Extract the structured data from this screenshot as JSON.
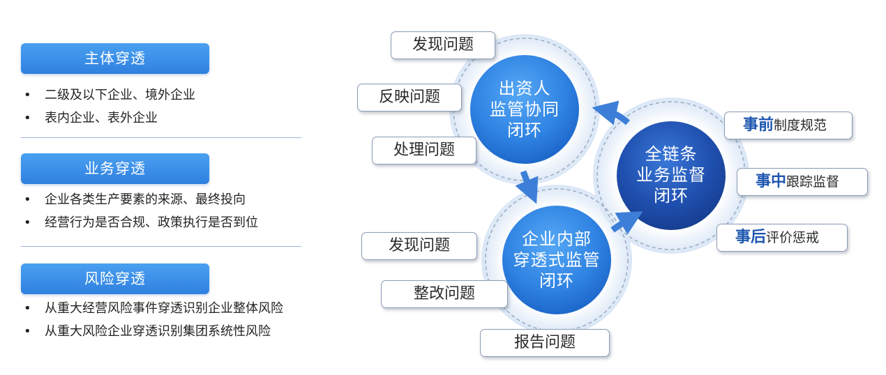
{
  "left": {
    "sections": [
      {
        "title": "主体穿透",
        "bullets": [
          "二级及以下企业、境外企业",
          "表内企业、表外企业"
        ]
      },
      {
        "title": "业务穿透",
        "bullets": [
          "企业各类生产要素的来源、最终投向",
          "经营行为是否合规、政策执行是否到位"
        ]
      },
      {
        "title": "风险穿透",
        "bullets": [
          "从重大经营风险事件穿透识别企业整体风险",
          "从重大风险企业穿透识别集团系统性风险"
        ]
      }
    ],
    "bullet_char": "•"
  },
  "diagram": {
    "top_circle": {
      "lines": [
        "出资人",
        "监管协同",
        "闭环"
      ]
    },
    "bottom_circle": {
      "lines": [
        "企业内部",
        "穿透式监管",
        "闭环"
      ]
    },
    "right_circle": {
      "lines": [
        "全链条",
        "业务监督",
        "闭环"
      ]
    },
    "top_pills": [
      "发现问题",
      "反映问题",
      "处理问题"
    ],
    "bottom_pills": [
      "发现问题",
      "整改问题",
      "报告问题"
    ],
    "right_pills": [
      {
        "bold": "事前",
        "rest": "制度规范"
      },
      {
        "bold": "事中",
        "rest": "跟踪监督"
      },
      {
        "bold": "事后",
        "rest": "评价惩戒"
      }
    ]
  },
  "colors": {
    "header_blue": "#2f80e0",
    "circle_blue": "#1f6fd6",
    "circle_dark": "#163f96",
    "arrow_blue": "#3d7fd8",
    "emphasis_text": "#1d56b0"
  }
}
